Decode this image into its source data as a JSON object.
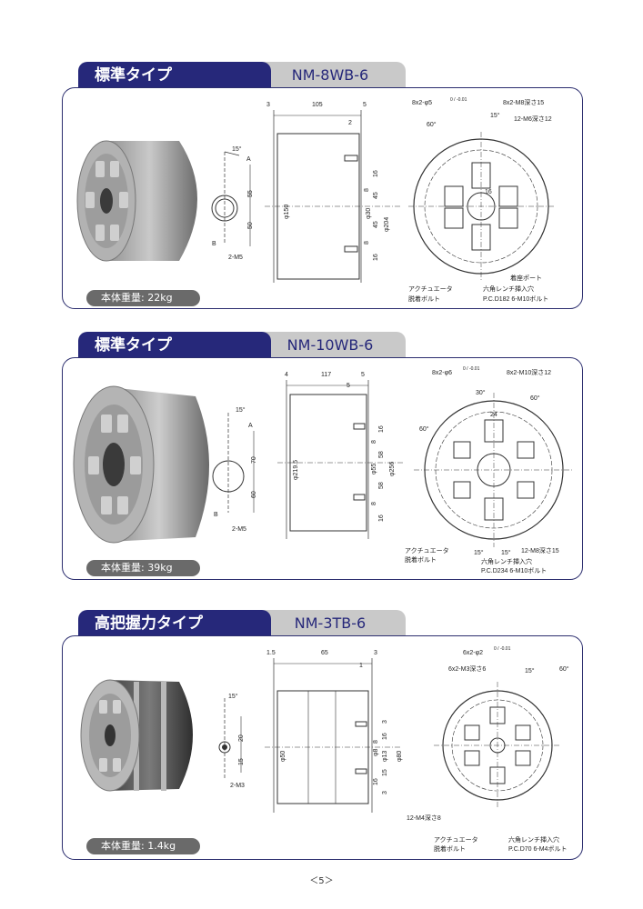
{
  "sections": [
    {
      "type_label": "標準タイプ",
      "model": "NM-8WB-6",
      "weight": "本体重量: 22kg",
      "dims_top": [
        "3",
        "105",
        "5"
      ],
      "dim_small_top": "2",
      "dims_right": [
        "16",
        "8",
        "45",
        "45",
        "8",
        "16"
      ],
      "bore": "φ30",
      "dia_small": "φ150",
      "dia_large": "φ204",
      "pin_angle": "15°",
      "pin_a": "A",
      "pin_b": "B",
      "pin_d1": "55",
      "pin_d2": "50",
      "pin_thread": "2-M5",
      "top_hole1": "8x2-φ5",
      "top_hole1_tol": "0 / -0.01",
      "top_hole2": "8x2-M8深さ15",
      "thread_label": "12-M6深さ12",
      "angle1": "60°",
      "angle2": "15°",
      "center_dim": "16",
      "port_label": "着座ポート",
      "actuator_label_1": "アクチュエータ",
      "actuator_label_2": "脱着ボルト",
      "wrench_label_1": "六角レンチ挿入穴",
      "wrench_label_2": "P.C.D182  6-M10ボルト"
    },
    {
      "type_label": "標準タイプ",
      "model": "NM-10WB-6",
      "weight": "本体重量: 39kg",
      "dims_top": [
        "4",
        "117",
        "5"
      ],
      "dim_small_top": "5",
      "dims_right": [
        "16",
        "8",
        "58",
        "58",
        "8",
        "16"
      ],
      "bore": "φ55",
      "dia_small": "φ219.5",
      "dia_large": "φ256",
      "pin_angle": "15°",
      "pin_a": "A",
      "pin_b": "B",
      "pin_d1": "70",
      "pin_d2": "60",
      "pin_thread": "2-M5",
      "top_hole1": "8x2-φ6",
      "top_hole1_tol": "0 / -0.01",
      "top_hole2": "8x2-M10深さ12",
      "angle1": "30°",
      "angle2": "60°",
      "angle3": "60°",
      "center_dim": "24",
      "bottom_angle1": "15°",
      "bottom_angle2": "15°",
      "thread_label": "12-M8深さ15",
      "actuator_label_1": "アクチュエータ",
      "actuator_label_2": "脱着ボルト",
      "wrench_label_1": "六角レンチ挿入穴",
      "wrench_label_2": "P.C.D234  6-M10ボルト"
    },
    {
      "type_label": "高把握力タイプ",
      "model": "NM-3TB-6",
      "weight": "本体重量: 1.4kg",
      "dims_top": [
        "1.5",
        "65",
        "3"
      ],
      "dim_small_top": "1",
      "dims_right": [
        "3",
        "16",
        "8",
        "15",
        "16",
        "3"
      ],
      "bore": "φ8",
      "bore2": "φ13",
      "dia_small": "φ50",
      "dia_large": "φ80",
      "pin_angle": "15°",
      "pin_d1": "20",
      "pin_d2": "15",
      "pin_thread": "2-M3",
      "top_hole1": "6x2-φ2",
      "top_hole1_tol": "0 / -0.01",
      "top_hole2": "6x2-M3深さ6",
      "angle1": "15°",
      "angle2": "60°",
      "thread_label": "12-M4深さ8",
      "actuator_label_1": "アクチュエータ",
      "actuator_label_2": "脱着ボルト",
      "wrench_label_1": "六角レンチ挿入穴",
      "wrench_label_2": "P.C.D70  6-M4ボルト"
    }
  ],
  "page_number": "＜5＞"
}
